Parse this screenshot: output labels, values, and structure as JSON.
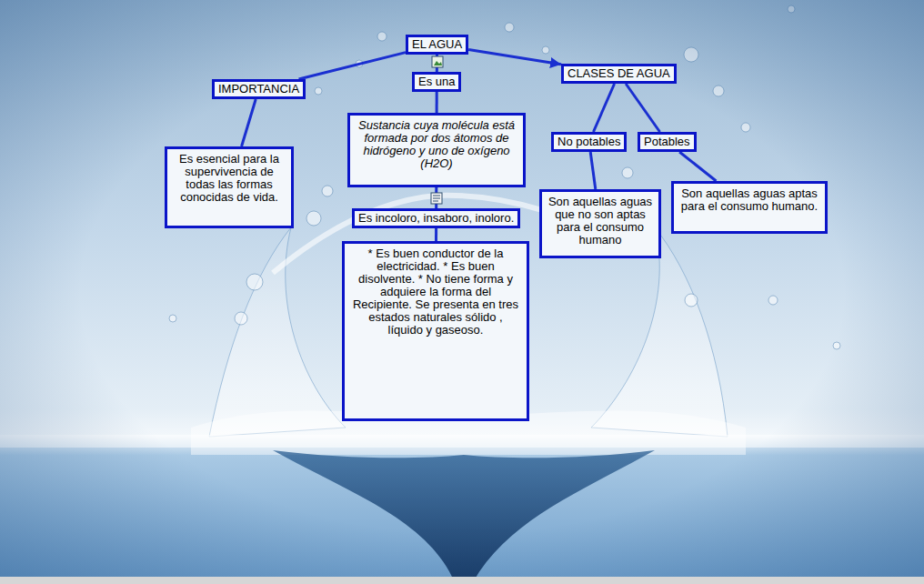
{
  "diagram": {
    "nodes": [
      {
        "text": [
          "EL AGUA"
        ]
      },
      {
        "text": [
          "IMPORTANCIA"
        ]
      },
      {
        "text": [
          "Es una"
        ]
      },
      {
        "text": [
          "CLASES DE AGUA"
        ]
      },
      {
        "text": [
          "Es esencial para la supervivencia de todas las formas conocidas de vida."
        ]
      },
      {
        "text": [
          "Sustancia cuya molécula está formada por dos átomos de hidrógeno y uno de oxígeno (H2O)"
        ]
      },
      {
        "text": [
          "No potables"
        ]
      },
      {
        "text": [
          "Potables"
        ]
      },
      {
        "text": [
          "Es incoloro, insaboro, inoloro."
        ]
      },
      {
        "text": [
          "Son aquellas aguas que no son aptas para el consumo humano"
        ]
      },
      {
        "text": [
          "Son aquellas aguas aptas para el consumo humano."
        ]
      },
      {
        "text": [
          "* Es buen conductor de la electricidad. * Es buen disolvente. * No tiene forma y adquiere la forma del Recipiente. Se presenta en tres estados naturales sólido , líquido y gaseoso."
        ]
      }
    ],
    "edges": [
      {
        "from": 0,
        "to": 1,
        "arrow": "none"
      },
      {
        "from": 0,
        "to": 2,
        "arrow": "none"
      },
      {
        "from": 0,
        "to": 3,
        "arrow": "to"
      },
      {
        "from": 1,
        "to": 4,
        "arrow": "none"
      },
      {
        "from": 2,
        "to": 5,
        "arrow": "none"
      },
      {
        "from": 5,
        "to": 8,
        "arrow": "none"
      },
      {
        "from": 8,
        "to": 11,
        "arrow": "none"
      },
      {
        "from": 3,
        "to": 6,
        "arrow": "none"
      },
      {
        "from": 3,
        "to": 7,
        "arrow": "none"
      },
      {
        "from": 6,
        "to": 9,
        "arrow": "none"
      },
      {
        "from": 7,
        "to": 10,
        "arrow": "none"
      }
    ]
  }
}
